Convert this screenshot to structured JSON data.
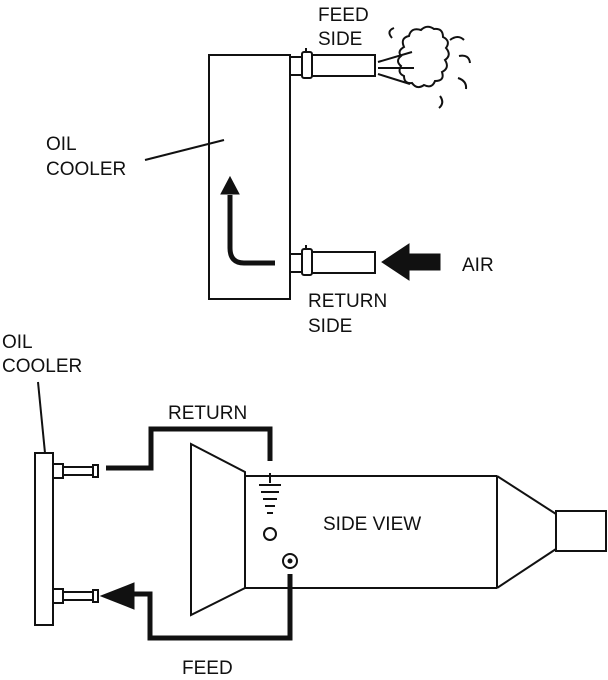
{
  "top_view": {
    "feed_side_line1": "FEED",
    "feed_side_line2": "SIDE",
    "oil_cooler_line1": "OIL",
    "oil_cooler_line2": "COOLER",
    "air": "AIR",
    "return_side_line1": "RETURN",
    "return_side_line2": "SIDE"
  },
  "side_view": {
    "oil_cooler_line1": "OIL",
    "oil_cooler_line2": "COOLER",
    "return_label": "RETURN",
    "side_view_label": "SIDE VIEW",
    "feed_label": "FEED"
  }
}
